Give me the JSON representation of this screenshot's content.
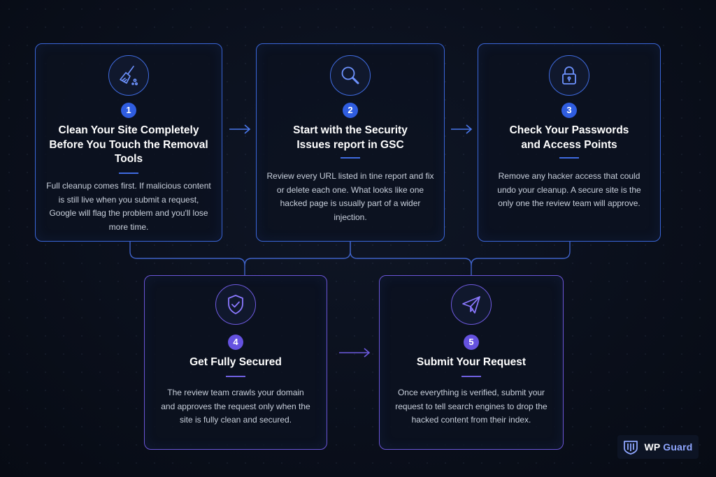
{
  "steps": [
    {
      "number": "1",
      "icon": "broom-icon",
      "title": "Clean Your Site Completely Before You Touch the Removal Tools",
      "description": "Full cleanup comes first. If malicious content is still live when you submit a request, Google will flag the problem and you'll lose more time."
    },
    {
      "number": "2",
      "icon": "magnifier-icon",
      "title": "Start with the Security Issues report in GSC",
      "description": "Review every URL listed in tine report and fix or delete each one. What looks like one hacked page is usually part of a wider injection."
    },
    {
      "number": "3",
      "icon": "lock-icon",
      "title": "Check Your Passwords and Access Points",
      "description": "Remove any hacker access that could undo your cleanup. A secure site is the only one the review team will approve."
    },
    {
      "number": "4",
      "icon": "shield-check-icon",
      "title": "Get Fully Secured",
      "description": "The review team crawls your domain and approves the request only when the site is fully clean and secured."
    },
    {
      "number": "5",
      "icon": "paper-plane-icon",
      "title": "Submit Your Request",
      "description": "Once everything is verified, submit your request to tell search engines to drop the hacked content from their index."
    }
  ],
  "logo": {
    "prefix": "WP",
    "accent": "Guard"
  },
  "colors": {
    "background": "#0a0f1b",
    "blue_accent": "#3a66d8",
    "purple_accent": "#6a55d6",
    "text": "#ffffff",
    "muted_text": "#c9d0dc"
  }
}
